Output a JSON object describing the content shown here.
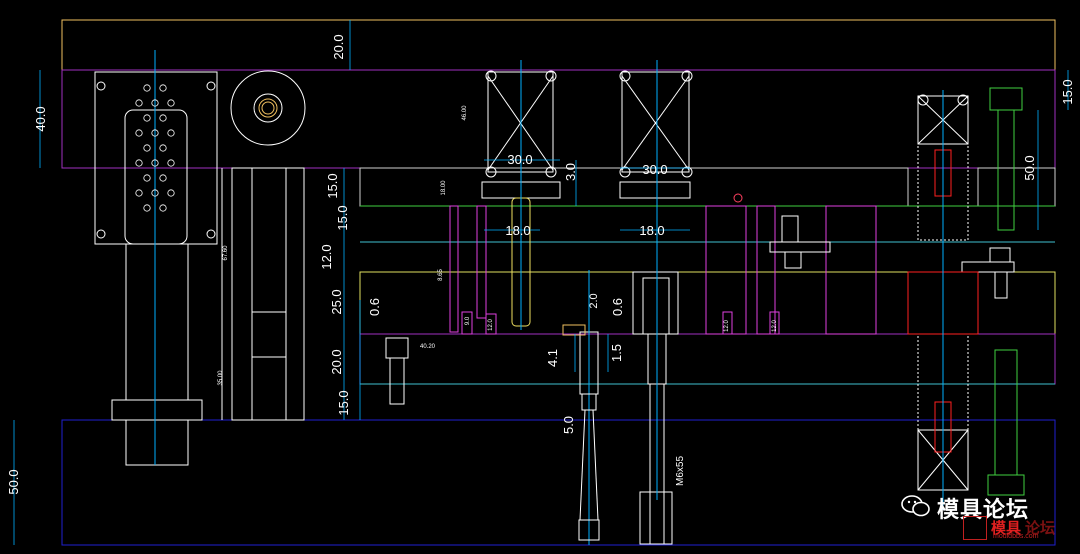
{
  "colors": {
    "background": "#000000",
    "plate_top": "#f0c060",
    "plate_magenta": "#a030c0",
    "plate_green": "#40d040",
    "plate_cyan": "#40c0d0",
    "plate_blue": "#2020d0",
    "plate_red": "#ff2020",
    "part_white": "#ffffff",
    "part_magenta": "#e040e0",
    "part_yellow": "#e0e040",
    "dimension_line": "#00b0ff"
  },
  "dimensions": {
    "top_plate": "20.0",
    "upper_left": "40.0",
    "upper_right": "15.0",
    "right_bolt": "50.0",
    "stack_1": "15.0",
    "stack_2": "15.0",
    "stack_3": "12.0",
    "stack_4": "25.0",
    "stack_5": "20.0",
    "stack_6": "15.0",
    "bottom_left": "50.0",
    "gap_left": "0.6",
    "gap_right": "0.6",
    "punch_width_1": "30.0",
    "punch_width_2": "30.0",
    "punch_height": "3.0",
    "shank_width_1": "18.0",
    "shank_width_2": "18.0",
    "lifter_1": "4.1",
    "lifter_2": "1.5",
    "lifter_3": "2.0",
    "lifter_4": "5.0",
    "screw_label": "M6x55",
    "small_1": "46.00",
    "small_2": "18.00",
    "small_3": "8.65",
    "small_4": "67.60",
    "small_5": "35.00",
    "small_6": "40.20",
    "small_7": "9.0",
    "small_8": "12.0",
    "small_9": "12.0",
    "small_10": "12.0"
  },
  "watermark": {
    "title": "模具论坛",
    "logo_cn": "模具",
    "logo_cn2": "论坛",
    "logo_url": "mouldbbs.com"
  }
}
